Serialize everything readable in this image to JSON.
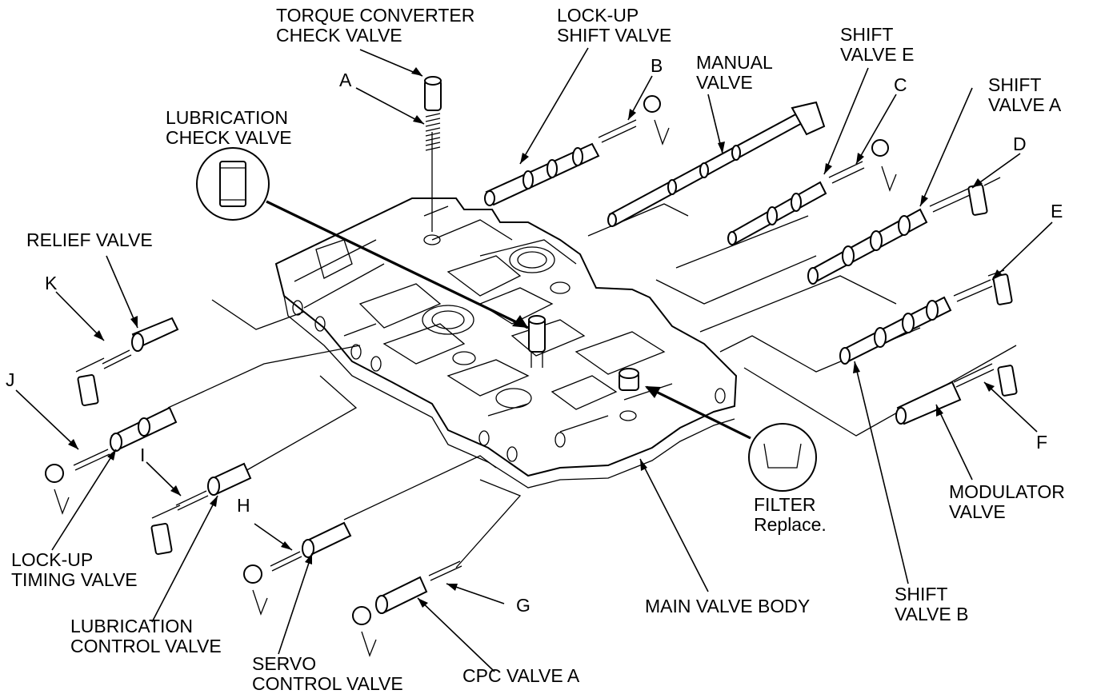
{
  "labels": {
    "torque_converter_check_valve": [
      "TORQUE CONVERTER",
      "CHECK VALVE"
    ],
    "lockup_shift_valve": [
      "LOCK-UP",
      "SHIFT VALVE"
    ],
    "manual_valve": [
      "MANUAL",
      "VALVE"
    ],
    "shift_valve_e": [
      "SHIFT",
      "VALVE E"
    ],
    "shift_valve_a": [
      "SHIFT",
      "VALVE A"
    ],
    "lubrication_check_valve": [
      "LUBRICATION",
      "CHECK VALVE"
    ],
    "relief_valve": "RELIEF VALVE",
    "lockup_timing_valve": [
      "LOCK-UP",
      "TIMING VALVE"
    ],
    "lubrication_control_valve": [
      "LUBRICATION",
      "CONTROL VALVE"
    ],
    "servo_control_valve": [
      "SERVO",
      "CONTROL VALVE"
    ],
    "cpc_valve_a": "CPC VALVE A",
    "main_valve_body": "MAIN VALVE BODY",
    "filter": [
      "FILTER",
      "Replace."
    ],
    "modulator_valve": [
      "MODULATOR",
      "VALVE"
    ],
    "shift_valve_b": [
      "SHIFT",
      "VALVE B"
    ]
  },
  "letters": {
    "a": "A",
    "b": "B",
    "c": "C",
    "d": "D",
    "e": "E",
    "f": "F",
    "g": "G",
    "h": "H",
    "i": "I",
    "j": "J",
    "k": "K"
  }
}
